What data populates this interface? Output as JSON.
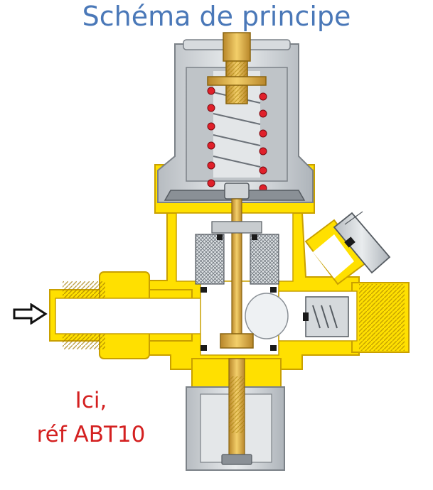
{
  "title": "Schéma de principe",
  "annotation": {
    "line1": "Ici,",
    "line2": "réf ABT10"
  },
  "colors": {
    "title": "#4a78b8",
    "annotation": "#d42020",
    "brass_body": "#ffe000",
    "brass_outline": "#c9a000",
    "housing_grey": "#c8cccf",
    "housing_dark": "#8a9096",
    "spring_dots": "#e0202a",
    "interior": "#ffffff",
    "gold_parts": "#d9a93a"
  },
  "icons": {
    "inlet_arrow": "right-outline-arrow-icon"
  }
}
